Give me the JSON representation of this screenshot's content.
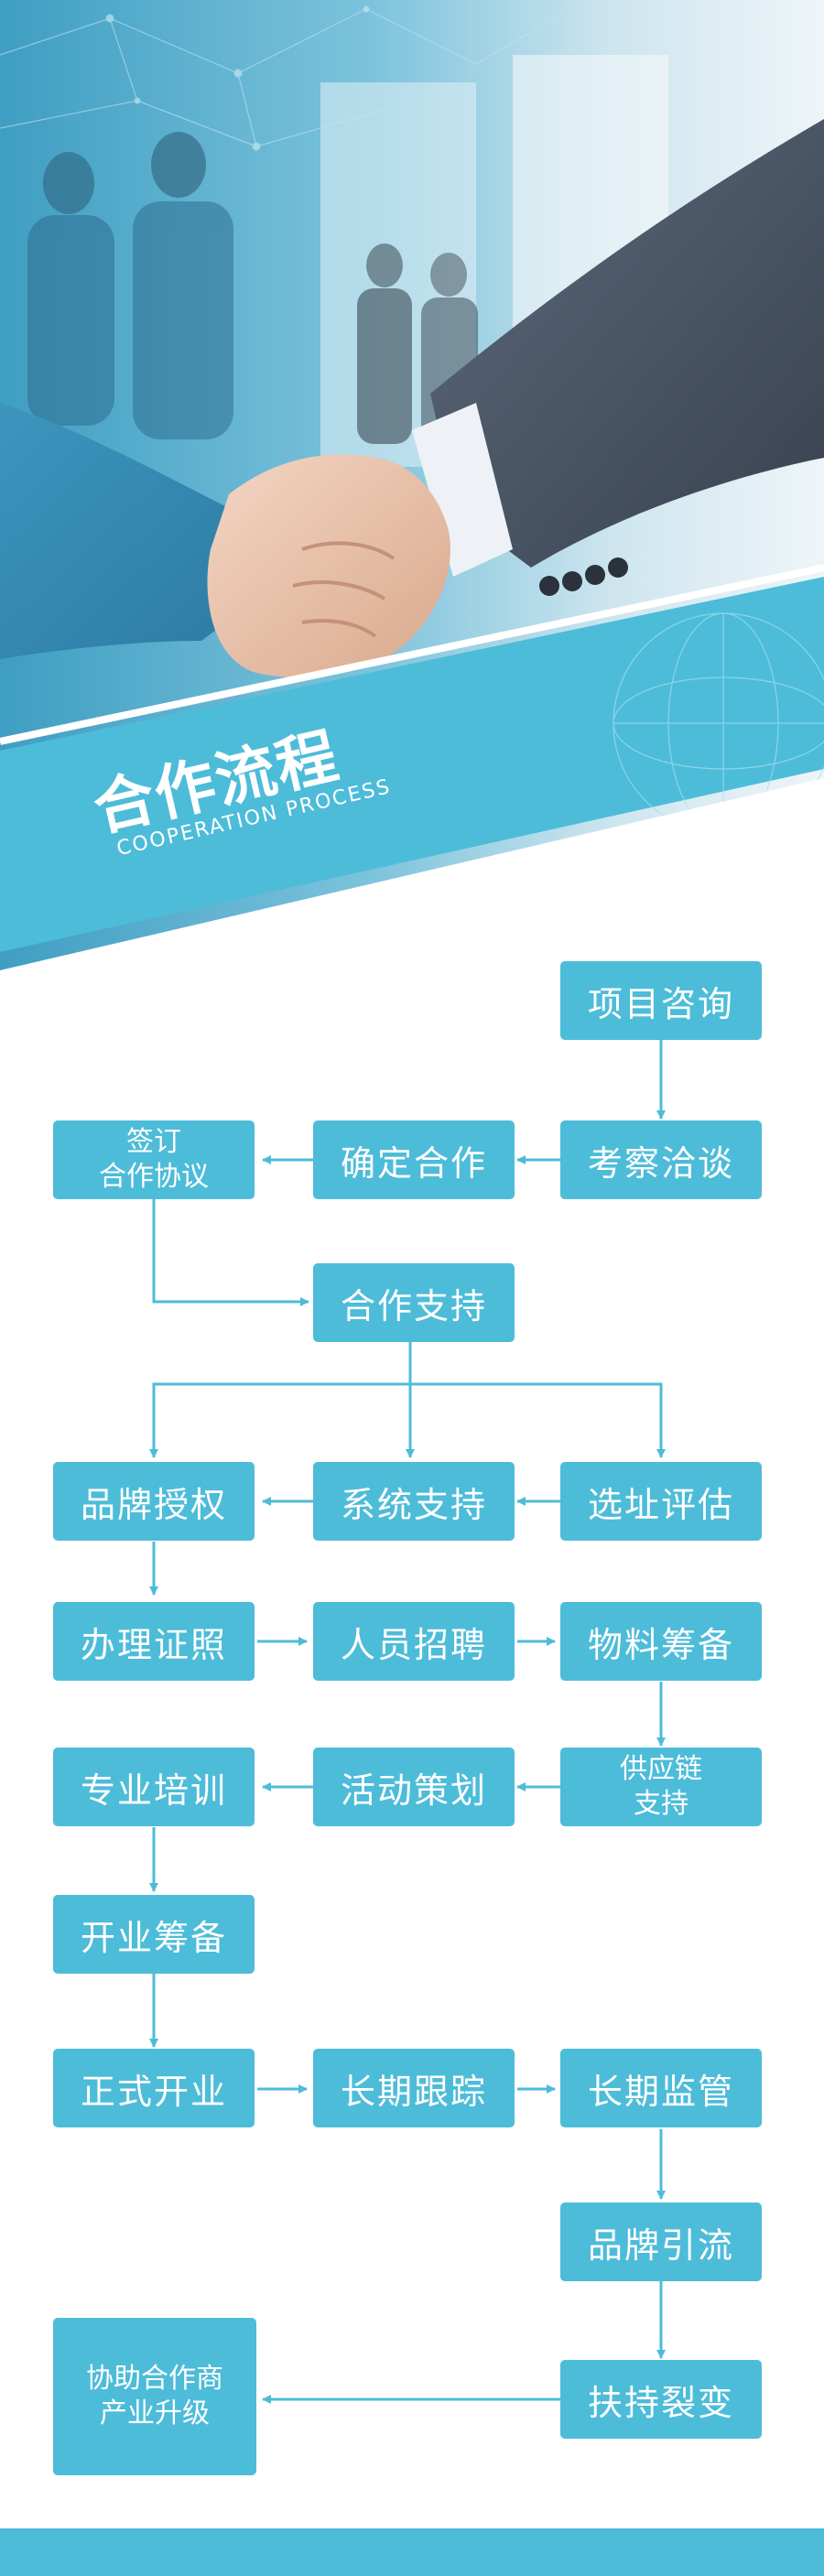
{
  "header": {
    "title": "合作流程",
    "subtitle": "COOPERATION PROCESS"
  },
  "colors": {
    "accent": "#4dbcd9",
    "arrow": "#4dbcd9",
    "background": "#ffffff"
  },
  "flow": {
    "steps": {
      "consult": "项目咨询",
      "inspect": "考察洽谈",
      "confirm": "确定合作",
      "sign": "签订\n合作协议",
      "support": "合作支持",
      "brand_auth": "品牌授权",
      "system_support": "系统支持",
      "site_eval": "选址评估",
      "license": "办理证照",
      "recruit": "人员招聘",
      "materials": "物料筹备",
      "training": "专业培训",
      "event_plan": "活动策划",
      "supply_chain": "供应链\n支持",
      "opening_prep": "开业筹备",
      "opening": "正式开业",
      "tracking": "长期跟踪",
      "supervision": "长期监管",
      "brand_traffic": "品牌引流",
      "fission": "扶持裂变",
      "upgrade": "协助合作商\n产业升级"
    }
  }
}
